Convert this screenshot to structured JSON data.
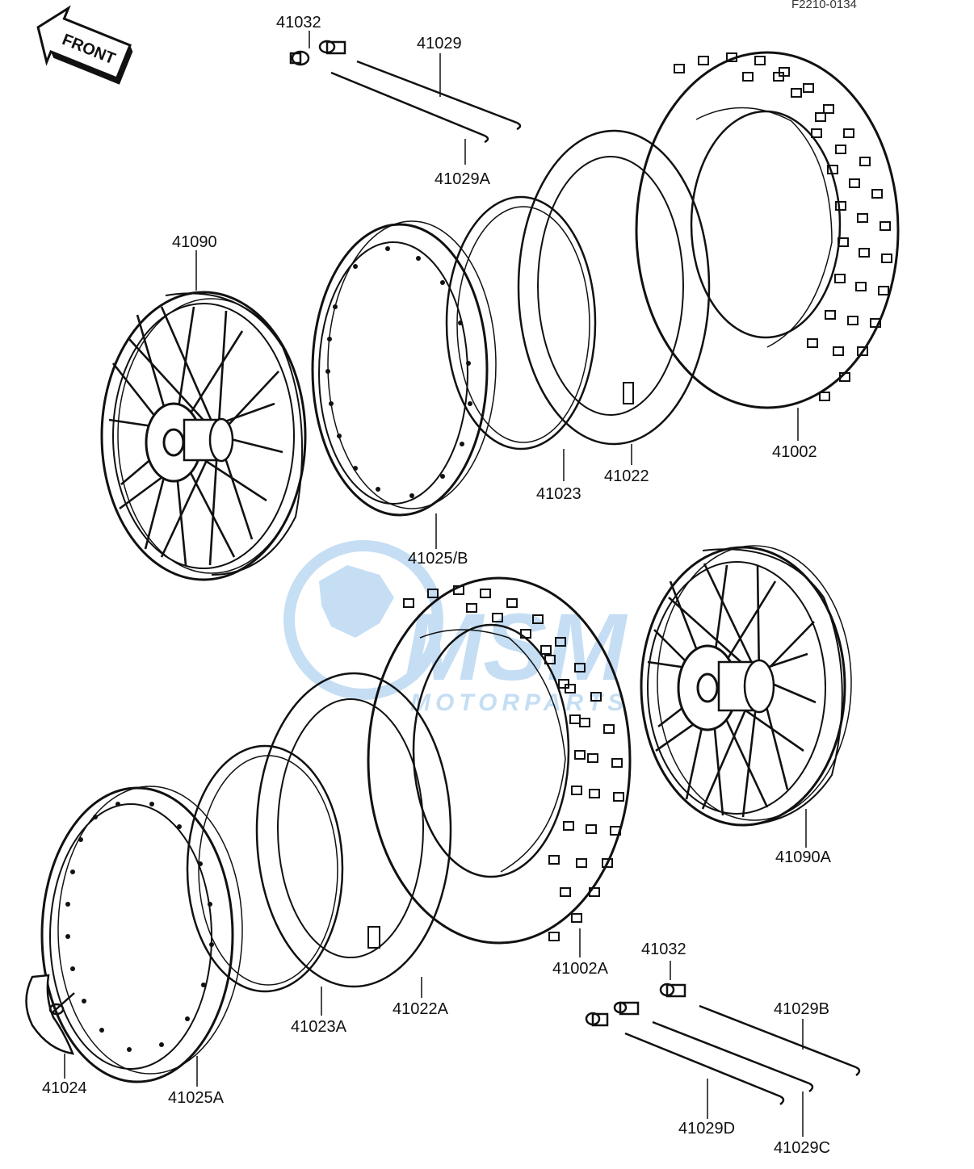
{
  "document_code": "F2210-0134",
  "front_arrow_label": "FRONT",
  "watermark": {
    "brand": "MSM",
    "sub": "MOTORPARTS",
    "color": "#7fb8e8"
  },
  "colors": {
    "ink": "#111111",
    "tread": "#1a1a1a",
    "paper": "#ffffff"
  },
  "parts": {
    "p41032_top": "41032",
    "p41029": "41029",
    "p41029A": "41029A",
    "p41090": "41090",
    "p41025B": "41025/B",
    "p41023": "41023",
    "p41022": "41022",
    "p41002": "41002",
    "p41002A": "41002A",
    "p41090A": "41090A",
    "p41032_bottom": "41032",
    "p41029B": "41029B",
    "p41029D": "41029D",
    "p41029C": "41029C",
    "p41023A": "41023A",
    "p41022A": "41022A",
    "p41024": "41024",
    "p41025A": "41025A"
  }
}
